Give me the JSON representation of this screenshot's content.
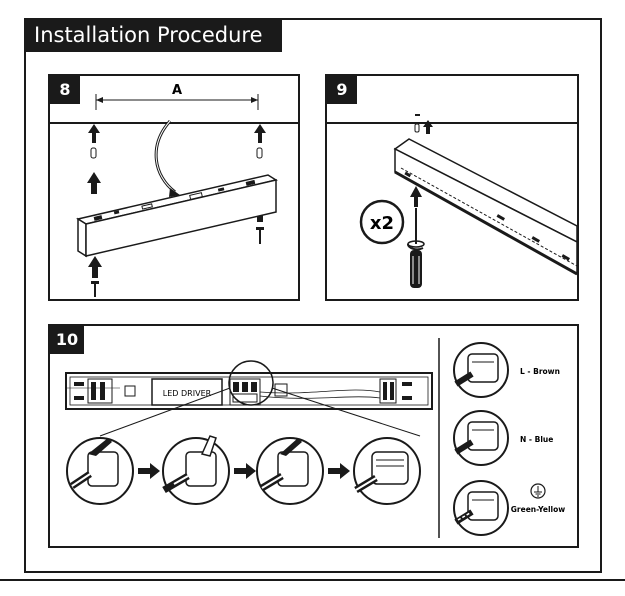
{
  "title": "Installation Procedure",
  "steps": {
    "step8": {
      "number": "8",
      "dimension_label": "A"
    },
    "step9": {
      "number": "9",
      "multiplier": "x2"
    },
    "step10": {
      "number": "10",
      "driver_label": "LED DRIVER",
      "wires": [
        {
          "label": "L - Brown"
        },
        {
          "label": "N - Blue"
        },
        {
          "label": "Green-Yellow"
        }
      ]
    }
  },
  "colors": {
    "ink": "#1a1a1a",
    "paper": "#ffffff"
  },
  "icons": [
    "up-arrow-icon",
    "screw-icon",
    "anchor-icon",
    "screwdriver-icon",
    "right-arrow-icon",
    "earth-ground-icon",
    "wire-connector-icon"
  ]
}
